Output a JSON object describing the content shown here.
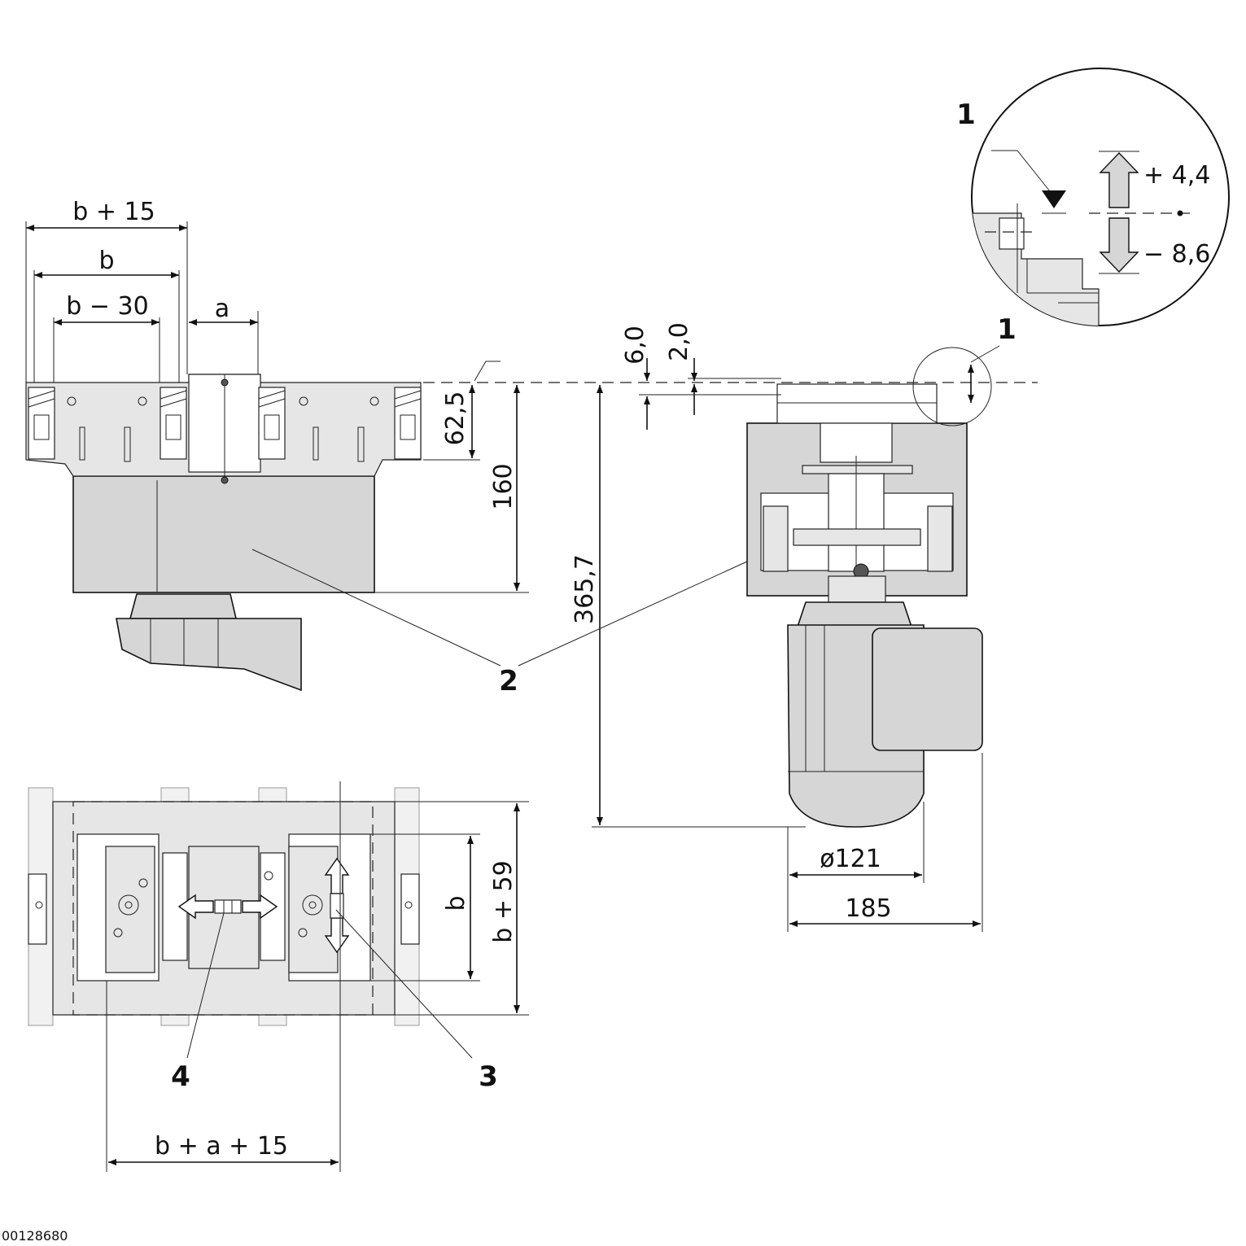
{
  "labels": {
    "dim_b_plus_15": "b + 15",
    "dim_b": "b",
    "dim_b_minus_30": "b − 30",
    "dim_a": "a",
    "dim_62_5": "62,5",
    "dim_160": "160",
    "dim_365_7": "365,7",
    "dim_6_0": "6,0",
    "dim_2_0": "2,0",
    "dim_plus_4_4": "+ 4,4",
    "dim_minus_8_6": "− 8,6",
    "dim_d121": "ø121",
    "dim_185": "185",
    "dim_b_vert": "b",
    "dim_b_plus_59": "b + 59",
    "dim_b_a_15": "b + a + 15"
  },
  "callouts": {
    "c1_detail": "1",
    "c1_view": "1",
    "c2": "2",
    "c3": "3",
    "c4": "4"
  },
  "document_id": "00128680"
}
